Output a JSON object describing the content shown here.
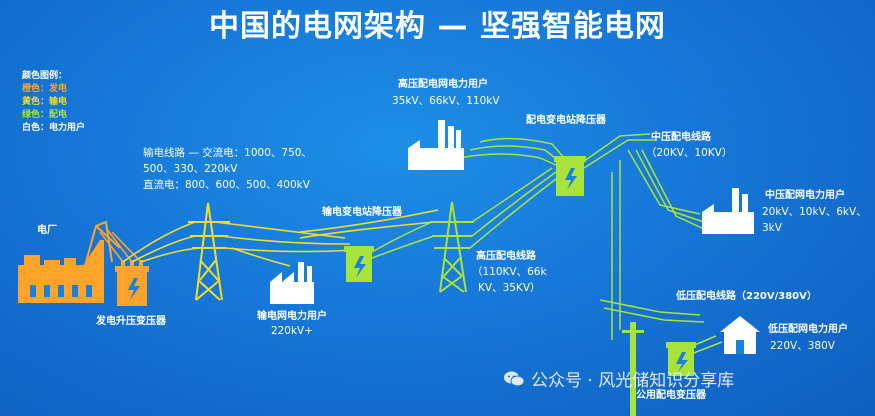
{
  "title": "中国的电网架构 — 坚强智能电网",
  "legend": {
    "heading": "颜色图例：",
    "items": [
      {
        "color_name": "橙色：",
        "meaning": "发电",
        "color": "#ffa32a"
      },
      {
        "color_name": "黄色：",
        "meaning": "输电",
        "color": "#f2dc2a"
      },
      {
        "color_name": "绿色：",
        "meaning": "配电",
        "color": "#a9e33a"
      },
      {
        "color_name": "白色：",
        "meaning": "电力用户",
        "color": "#ffffff"
      }
    ]
  },
  "labels": {
    "power_plant": "电厂",
    "step_up_transformer": "发电升压变压器",
    "transmission_line_ac": "输电线路 — 交流电：1000、750、",
    "transmission_line_ac2": "500、330、220kV",
    "transmission_line_dc": "直流电：800、600、500、400kV",
    "transmission_user_1": "输电网电力用户",
    "transmission_user_2": "220kV+",
    "transmission_substation": "输电变电站降压器",
    "hv_user_1": "高压配电网电力用户",
    "hv_user_2": "35kV、66kV、110kV",
    "distribution_substation": "配电变电站降压器",
    "hv_line_1": "高压配电线路",
    "hv_line_2": "（110KV、66k",
    "hv_line_3": "KV、35KV）",
    "mv_line_1": "中压配电线路",
    "mv_line_2": "（20KV、10KV）",
    "mv_user_1": "中压配网电力用户",
    "mv_user_2": "20kV、10kV、6kV、",
    "mv_user_3": "3kV",
    "lv_line": "低压配电线路（220V/380V）",
    "lv_user_1": "低压配网电力用户",
    "lv_user_2": "220V、380V",
    "pole_label": "公用配电变压器"
  },
  "watermark": {
    "text": "公众号 · 风光储知识分享库"
  },
  "colors": {
    "background": "#1677d8",
    "generation": "#ffa32a",
    "transmission": "#f2dc2a",
    "distribution": "#a9e33a",
    "user": "#ffffff"
  }
}
